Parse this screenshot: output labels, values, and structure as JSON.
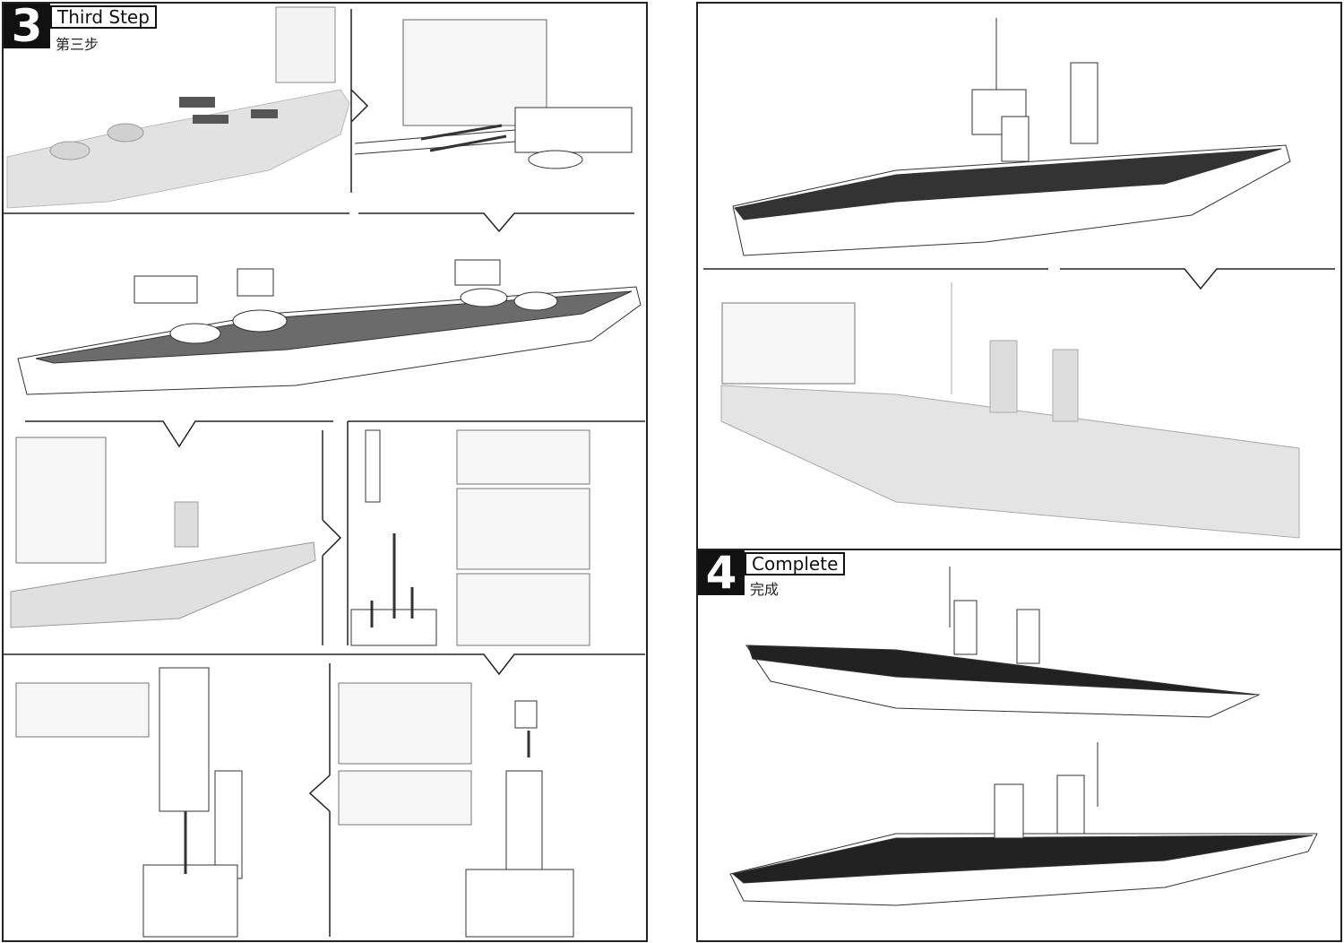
{
  "step3": {
    "number": "3",
    "title": "Third Step",
    "subtitle": "第三步"
  },
  "step4": {
    "number": "4",
    "title": "Complete",
    "subtitle": "完成"
  }
}
